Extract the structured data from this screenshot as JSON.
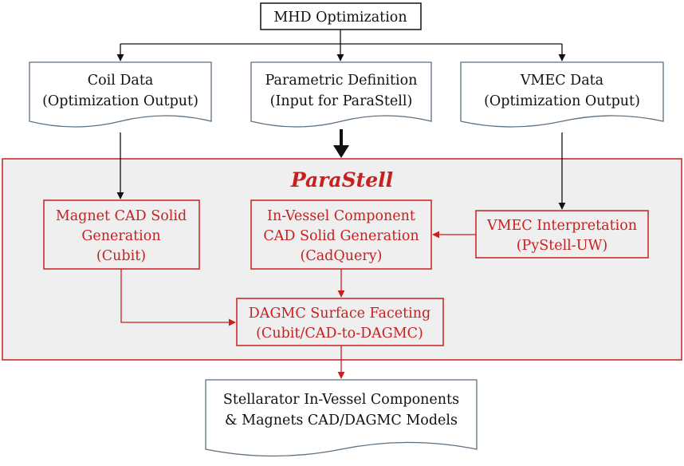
{
  "top": {
    "label": "MHD Optimization"
  },
  "inputs": {
    "coil": {
      "line1": "Coil Data",
      "line2": "(Optimization Output)"
    },
    "param": {
      "line1": "Parametric Definition",
      "line2": "(Input for ParaStell)"
    },
    "vmec": {
      "line1": "VMEC Data",
      "line2": "(Optimization Output)"
    }
  },
  "parastell": {
    "title": "ParaStell",
    "magnet": {
      "line1": "Magnet CAD Solid",
      "line2": "Generation",
      "line3": "(Cubit)"
    },
    "ivc": {
      "line1": "In-Vessel Component",
      "line2": "CAD Solid Generation",
      "line3": "(CadQuery)"
    },
    "vmec_interp": {
      "line1": "VMEC Interpretation",
      "line2": "(PyStell-UW)"
    },
    "dagmc": {
      "line1": "DAGMC Surface Faceting",
      "line2": "(Cubit/CAD-to-DAGMC)"
    }
  },
  "output": {
    "line1": "Stellarator In-Vessel Components",
    "line2": "& Magnets CAD/DAGMC Models"
  },
  "colors": {
    "accent": "#c8201f",
    "region_fill": "#efefef",
    "doc_stroke": "#5a6f80",
    "text": "#111111"
  }
}
